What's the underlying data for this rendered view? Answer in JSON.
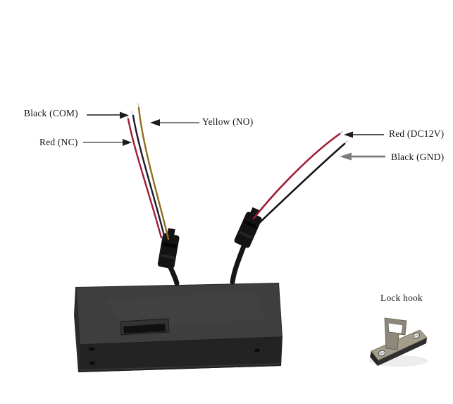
{
  "image": {
    "description": "Labeled wiring diagram photo of an electric cabinet lock: five lead wires with callout labels, lock body with connectors, and a separate lock hook strike plate",
    "background": "#ffffff"
  },
  "annotations": {
    "black_com": "Black (COM)",
    "red_nc": "Red (NC)",
    "yellow_no": "Yellow (NO)",
    "red_dc12v": "Red (DC12V)",
    "black_gnd": "Black (GND)",
    "lock_hook": "Lock hook"
  },
  "colors": {
    "background": "#ffffff",
    "text": "#141414",
    "arrow_dark": "#1c1c1c",
    "arrow_gray": "#7d7d7d",
    "wire_red": "#9b1c38",
    "wire_black": "#1d1d2b",
    "wire_yellow": "#8f6f1e",
    "wire_red_right": "#a01a33",
    "wire_black_right": "#161616",
    "wire_tip": "#cccccc",
    "cable": "#161616",
    "connector": "#131313",
    "lock_top": "#3e3e3e",
    "lock_front": "#232323",
    "lock_side": "#2b2b2b",
    "slot_outer": "#323232",
    "slot_inner": "#101010",
    "hook_plate": "#a39d8c",
    "hook_tab": "#8d887a",
    "screw": "#e8e8e6"
  }
}
